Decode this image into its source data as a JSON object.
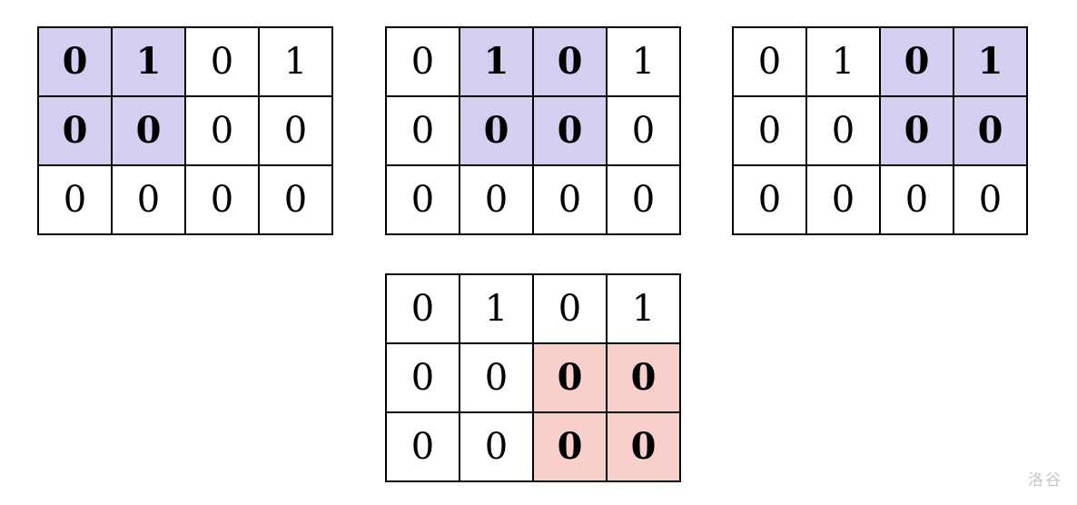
{
  "page": {
    "background": "#ffffff"
  },
  "colors": {
    "purple": "#d4cef1",
    "pink": "#f8cfcb",
    "border": "#000000",
    "text": "#000000",
    "watermark": "#c6c6c6"
  },
  "watermark": {
    "text": "洛谷"
  },
  "grids": [
    {
      "name": "window-step-1",
      "highlight": "purple",
      "rows": [
        [
          "0",
          "1",
          "0",
          "1"
        ],
        [
          "0",
          "0",
          "0",
          "0"
        ],
        [
          "0",
          "0",
          "0",
          "0"
        ]
      ],
      "highlighted": [
        [
          0,
          0
        ],
        [
          0,
          1
        ],
        [
          1,
          0
        ],
        [
          1,
          1
        ]
      ]
    },
    {
      "name": "window-step-2",
      "highlight": "purple",
      "rows": [
        [
          "0",
          "1",
          "0",
          "1"
        ],
        [
          "0",
          "0",
          "0",
          "0"
        ],
        [
          "0",
          "0",
          "0",
          "0"
        ]
      ],
      "highlighted": [
        [
          0,
          1
        ],
        [
          0,
          2
        ],
        [
          1,
          1
        ],
        [
          1,
          2
        ]
      ]
    },
    {
      "name": "window-step-3",
      "highlight": "purple",
      "rows": [
        [
          "0",
          "1",
          "0",
          "1"
        ],
        [
          "0",
          "0",
          "0",
          "0"
        ],
        [
          "0",
          "0",
          "0",
          "0"
        ]
      ],
      "highlighted": [
        [
          0,
          2
        ],
        [
          0,
          3
        ],
        [
          1,
          2
        ],
        [
          1,
          3
        ]
      ]
    },
    {
      "name": "window-step-4",
      "highlight": "pink",
      "rows": [
        [
          "0",
          "1",
          "0",
          "1"
        ],
        [
          "0",
          "0",
          "0",
          "0"
        ],
        [
          "0",
          "0",
          "0",
          "0"
        ]
      ],
      "highlighted": [
        [
          1,
          2
        ],
        [
          1,
          3
        ],
        [
          2,
          2
        ],
        [
          2,
          3
        ]
      ]
    }
  ]
}
